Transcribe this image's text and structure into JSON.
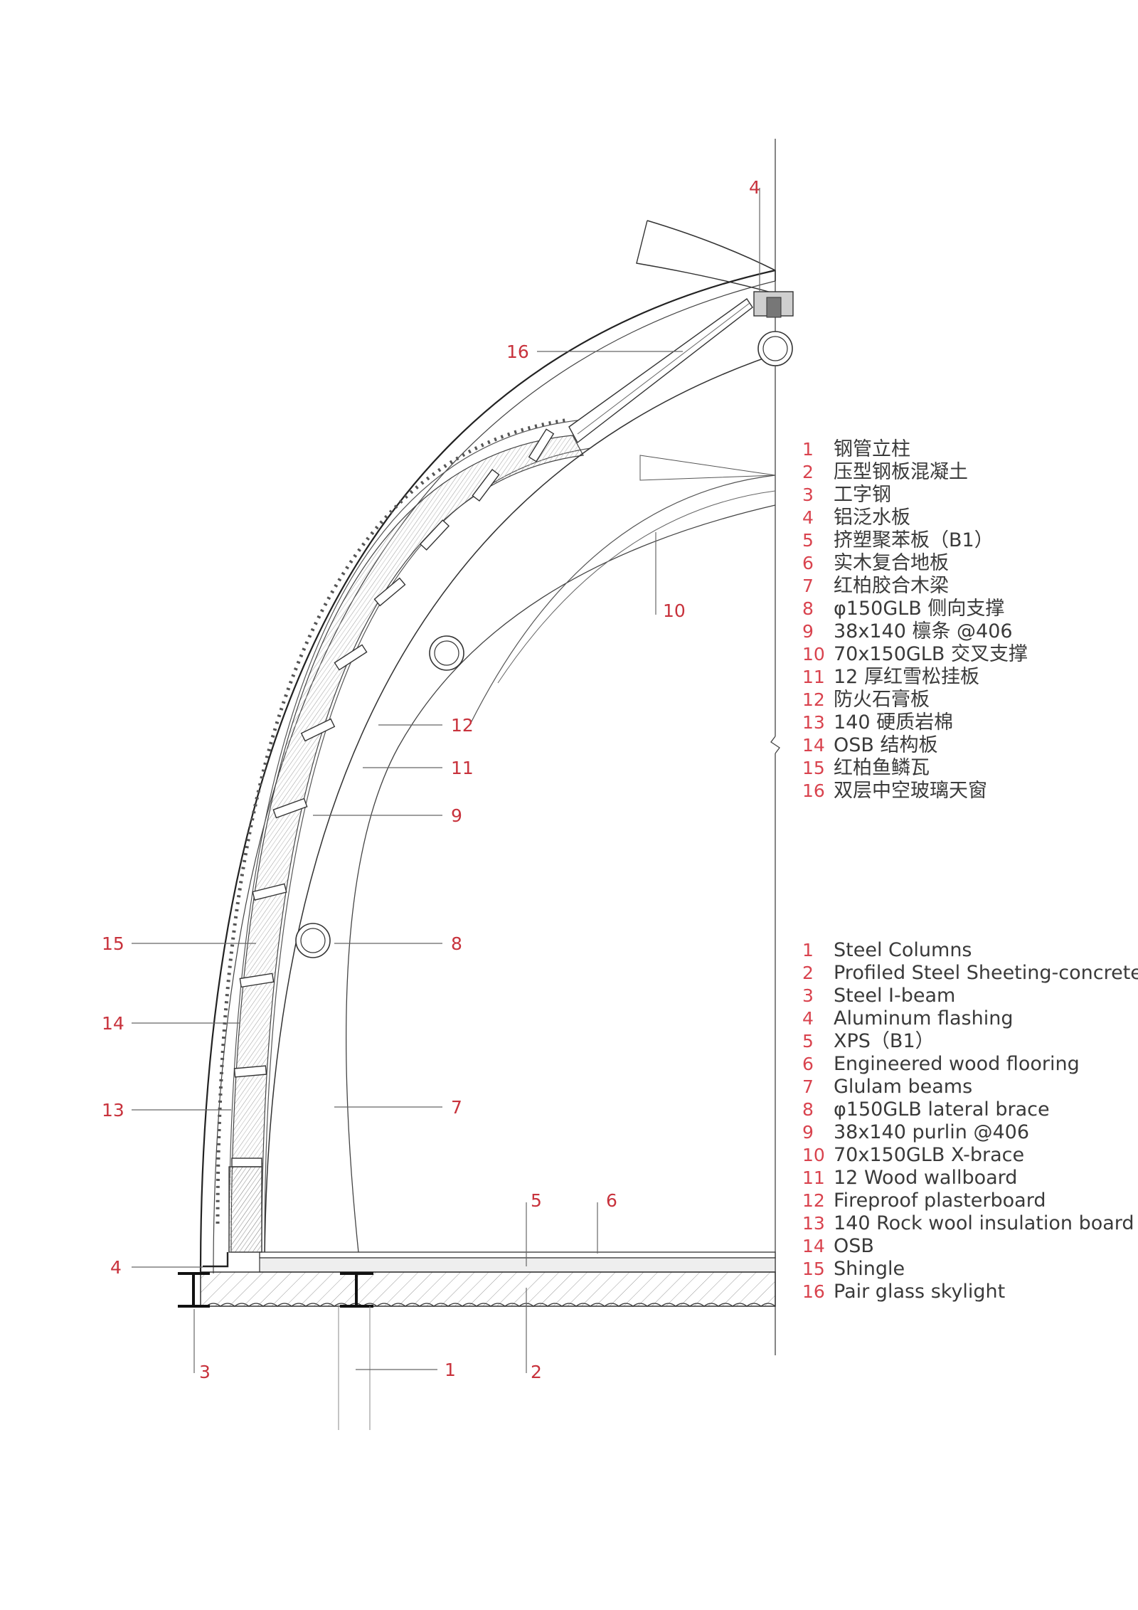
{
  "callouts": {
    "c4_top": "4",
    "c16": "16",
    "c10": "10",
    "c12": "12",
    "c11": "11",
    "c9": "9",
    "c15": "15",
    "c8": "8",
    "c14": "14",
    "c13": "13",
    "c7": "7",
    "c5": "5",
    "c6": "6",
    "c4_bottom": "4",
    "c3": "3",
    "c1": "1",
    "c2": "2"
  },
  "legend_cn": [
    {
      "num": "1",
      "text": "钢管立柱"
    },
    {
      "num": "2",
      "text": "压型钢板混凝土"
    },
    {
      "num": "3",
      "text": "工字钢"
    },
    {
      "num": "4",
      "text": "铝泛水板"
    },
    {
      "num": "5",
      "text": "挤塑聚苯板（B1）"
    },
    {
      "num": "6",
      "text": "实木复合地板"
    },
    {
      "num": "7",
      "text": "红柏胶合木梁"
    },
    {
      "num": "8",
      "text": "φ150GLB 侧向支撑"
    },
    {
      "num": "9",
      "text": "38x140 檩条 @406"
    },
    {
      "num": "10",
      "text": "70x150GLB 交叉支撑"
    },
    {
      "num": "11",
      "text": "12 厚红雪松挂板"
    },
    {
      "num": "12",
      "text": "防火石膏板"
    },
    {
      "num": "13",
      "text": "140 硬质岩棉"
    },
    {
      "num": "14",
      "text": "OSB 结构板"
    },
    {
      "num": "15",
      "text": "红柏鱼鳞瓦"
    },
    {
      "num": "16",
      "text": "双层中空玻璃天窗"
    }
  ],
  "legend_en": [
    {
      "num": "1",
      "text": "Steel Columns"
    },
    {
      "num": "2",
      "text": "Profiled Steel Sheeting-concrete"
    },
    {
      "num": "3",
      "text": "Steel I-beam"
    },
    {
      "num": "4",
      "text": "Aluminum flashing"
    },
    {
      "num": "5",
      "text": "XPS（B1）"
    },
    {
      "num": "6",
      "text": "Engineered wood flooring"
    },
    {
      "num": "7",
      "text": "Glulam beams"
    },
    {
      "num": "8",
      "text": "φ150GLB  lateral brace"
    },
    {
      "num": "9",
      "text": "38x140 purlin @406"
    },
    {
      "num": "10",
      "text": "70x150GLB  X-brace"
    },
    {
      "num": "11",
      "text": "12 Wood wallboard"
    },
    {
      "num": "12",
      "text": "Fireproof plasterboard"
    },
    {
      "num": "13",
      "text": "140 Rock wool insulation board"
    },
    {
      "num": "14",
      "text": "OSB"
    },
    {
      "num": "15",
      "text": "Shingle"
    },
    {
      "num": "16",
      "text": "Pair glass skylight"
    }
  ],
  "colors": {
    "callout": "#c8323c",
    "legend_text": "#3a3a3a",
    "linework": "#333333"
  }
}
